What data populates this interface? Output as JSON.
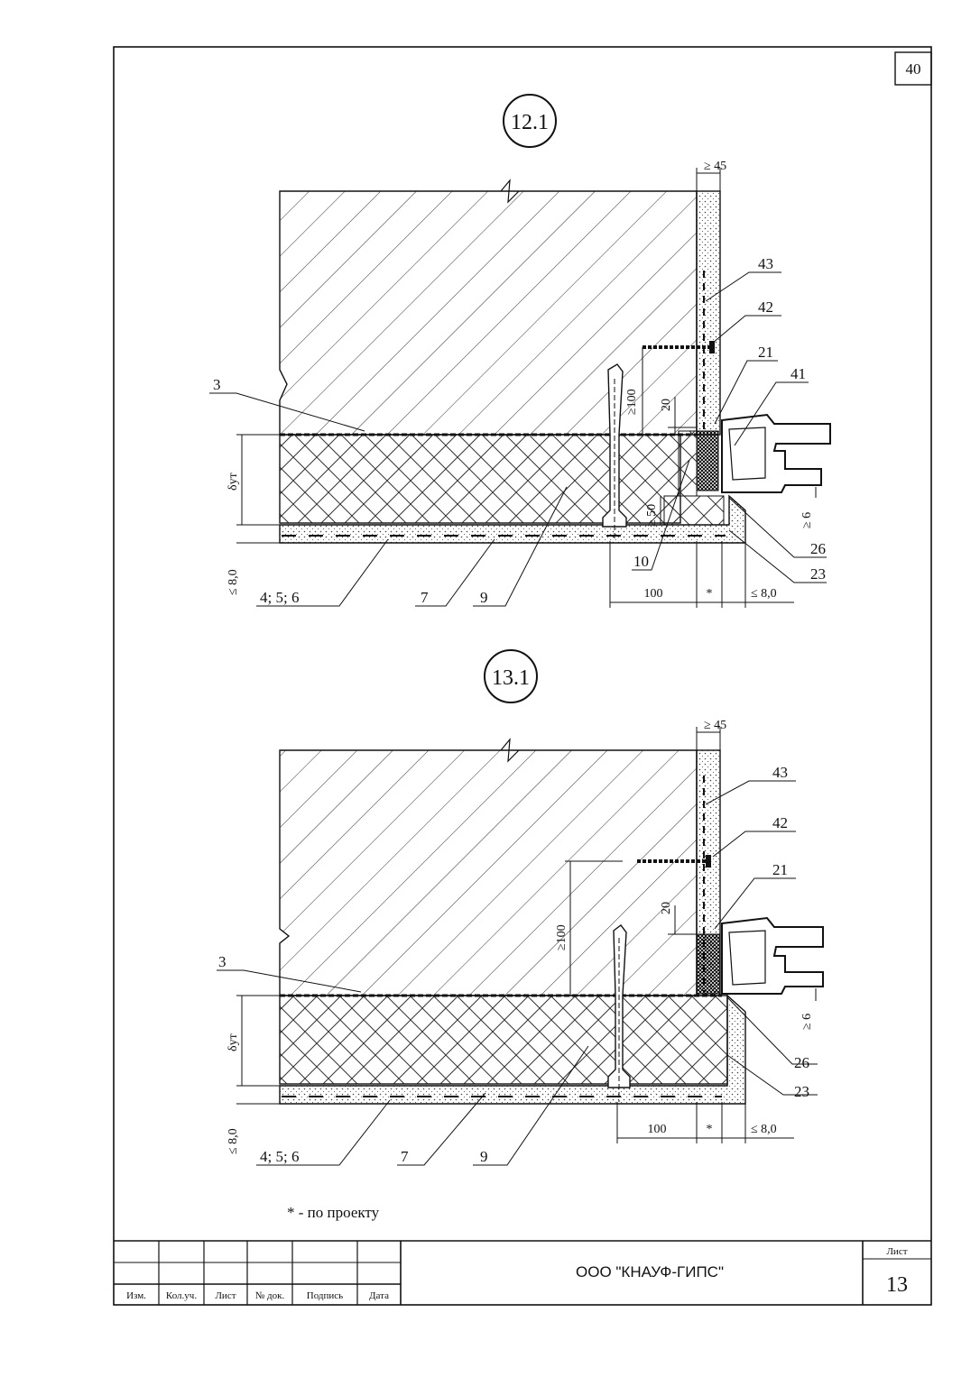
{
  "page": {
    "corner_number": "40",
    "note": "* - по проекту"
  },
  "details": [
    {
      "id": "12.1",
      "dims": {
        "top_width": "≥ 45",
        "gap_20": "20",
        "min_100": "≥100",
        "min_50": "≥ 50",
        "min_6": "≥ 6",
        "bottom_100": "100",
        "star": "*",
        "bottom_8": "≤ 8,0",
        "left_8": "≤ 8,0",
        "delta": "δут"
      },
      "callouts": [
        "43",
        "42",
        "21",
        "41",
        "3",
        "26",
        "23",
        "10",
        "4; 5; 6",
        "7",
        "9"
      ]
    },
    {
      "id": "13.1",
      "dims": {
        "top_width": "≥ 45",
        "gap_20": "20",
        "min_100": "≥100",
        "min_6": "≥ 6",
        "bottom_100": "100",
        "star": "*",
        "bottom_8": "≤ 8,0",
        "left_8": "≤ 8,0",
        "delta": "δут"
      },
      "callouts": [
        "43",
        "42",
        "21",
        "3",
        "26",
        "23",
        "4; 5; 6",
        "7",
        "9"
      ]
    }
  ],
  "title_block": {
    "columns": [
      "Изм.",
      "Кол.уч.",
      "Лист",
      "№ док.",
      "Подпись",
      "Дата"
    ],
    "company": "ООО \"КНАУФ-ГИПС\"",
    "sheet_label": "Лист",
    "sheet_number": "13"
  }
}
